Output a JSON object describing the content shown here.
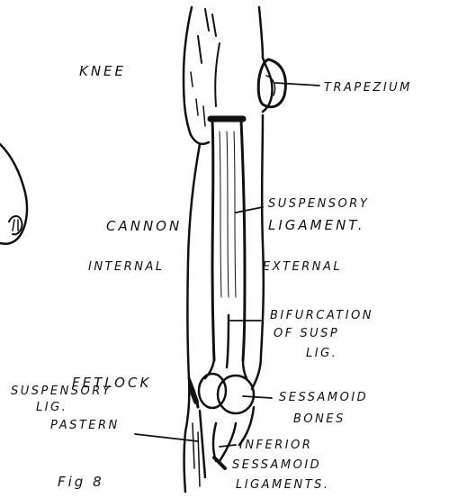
{
  "figure": {
    "caption": "Fig 8"
  },
  "labels": {
    "knee": "KNEE",
    "trapezium": "TRAPEZIUM",
    "cannon": "CANNON",
    "suspensory_ligament_1": "SUSPENSORY",
    "suspensory_ligament_2": "LIGAMENT.",
    "internal": "INTERNAL",
    "external": "EXTERNAL",
    "bifurcation_1": "BIFURCATION",
    "bifurcation_2": "OF SUSP",
    "bifurcation_3": "LIG.",
    "fetlock": "FETLOCK",
    "sessamoid_1": "SESSAMOID",
    "sessamoid_2": "BONES",
    "susp_lig_1": "SUSPENSORY",
    "susp_lig_2": "LIG.",
    "pastern": "PASTERN",
    "inferior_1": "INFERIOR",
    "inferior_2": "SESSAMOID",
    "inferior_3": "LIGAMENTS."
  }
}
